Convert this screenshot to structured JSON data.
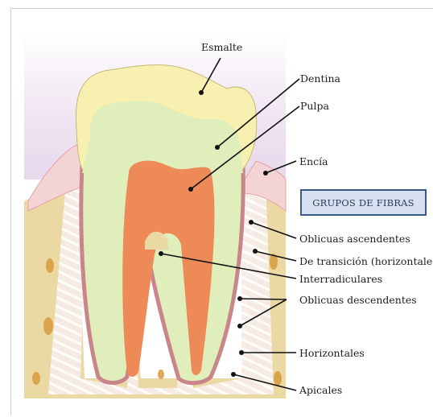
{
  "labels": {
    "esmalte": "Esmalte",
    "dentina": "Dentina",
    "pulpa": "Pulpa",
    "encia": "Encía",
    "grupos_de_fibras": "GRUPOS DE FIBRAS",
    "oblicuas_ascendentes": "Oblicuas ascendentes",
    "de_transicion": "De transición (horizontales)",
    "interradiculares": "Interradiculares",
    "oblicuas_descendentes": "Oblicuas descendentes",
    "horizontales": "Horizontales",
    "apicales": "Apicales"
  },
  "colors": {
    "enamel": "#f7f0b0",
    "dentin": "#dfeebb",
    "pulp": "#ee8a57",
    "gum": "#f4d3d5",
    "bone": "#ead9a3",
    "bone_pores": "#d99a3c",
    "ligament": "#f6e9e4",
    "root_outline": "#c9868a",
    "box_fill": "#d6e0f0",
    "box_border": "#3d5a86"
  }
}
